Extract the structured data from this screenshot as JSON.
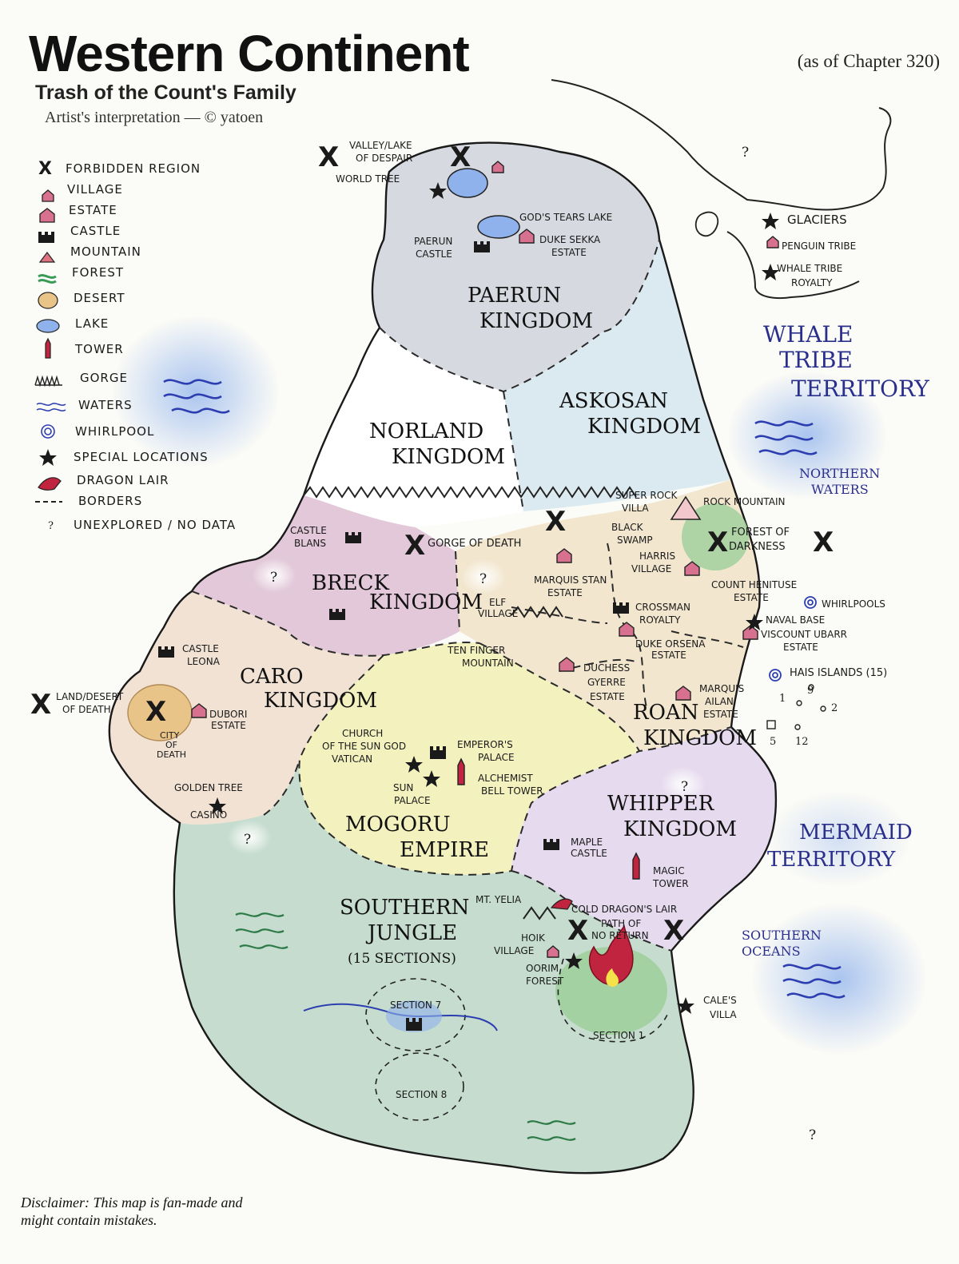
{
  "header": {
    "title": "Western Continent",
    "subtitle": "Trash of the Count's Family",
    "credit": "Artist's interpretation — © yatoen",
    "chapter_note": "(as of Chapter 320)"
  },
  "disclaimer": "Disclaimer: This map is fan-made and might contain mistakes.",
  "colors": {
    "paerun": "#d6d9df",
    "norland": "#ffffff",
    "askosan": "#dbeaf0",
    "breck": "#e2c8d8",
    "caro": "#f1e2d4",
    "roan": "#f2e6cf",
    "mogoru": "#f3f2bf",
    "whipper": "#e6dbee",
    "jungle": "#c5dccf",
    "ocean": "#9fc0ea",
    "desert": "#e9c489",
    "forest": "#9ccf9a",
    "dragon": "#c0243e"
  },
  "legend": [
    {
      "icon": "forbidden-x-icon",
      "label": "FORBIDDEN REGION"
    },
    {
      "icon": "village-icon",
      "label": "VILLAGE"
    },
    {
      "icon": "estate-icon",
      "label": "ESTATE"
    },
    {
      "icon": "castle-icon",
      "label": "CASTLE"
    },
    {
      "icon": "mountain-icon",
      "label": "MOUNTAIN"
    },
    {
      "icon": "forest-icon",
      "label": "FOREST"
    },
    {
      "icon": "desert-icon",
      "label": "DESERT"
    },
    {
      "icon": "lake-icon",
      "label": "LAKE"
    },
    {
      "icon": "tower-icon",
      "label": "TOWER"
    },
    {
      "icon": "gorge-icon",
      "label": "GORGE"
    },
    {
      "icon": "waters-icon",
      "label": "WATERS"
    },
    {
      "icon": "whirlpool-icon",
      "label": "WHIRLPOOL"
    },
    {
      "icon": "star-icon",
      "label": "SPECIAL LOCATIONS"
    },
    {
      "icon": "dragon-lair-icon",
      "label": "DRAGON LAIR"
    },
    {
      "icon": "border-icon",
      "label": "BORDERS"
    },
    {
      "icon": "unexplored-icon",
      "label": "UNEXPLORED / NO DATA"
    }
  ],
  "regions": {
    "paerun": [
      "PAERUN",
      "KINGDOM"
    ],
    "norland": [
      "NORLAND",
      "KINGDOM"
    ],
    "askosan": [
      "ASKOSAN",
      "KINGDOM"
    ],
    "breck": [
      "BRECK",
      "KINGDOM"
    ],
    "caro": [
      "CARO",
      "KINGDOM"
    ],
    "roan": [
      "ROAN",
      "KINGDOM"
    ],
    "mogoru": [
      "MOGORU",
      "EMPIRE"
    ],
    "whipper": [
      "WHIPPER",
      "KINGDOM"
    ],
    "jungle": [
      "SOUTHERN",
      "JUNGLE",
      "(15 SECTIONS)"
    ]
  },
  "places": {
    "valley_despair": [
      "VALLEY/LAKE",
      "OF DESPAIR"
    ],
    "world_tree": "WORLD TREE",
    "gods_tears": "GOD'S TEARS LAKE",
    "paerun_castle": [
      "PAERUN",
      "CASTLE"
    ],
    "duke_sekka": [
      "DUKE SEKKA",
      "ESTATE"
    ],
    "glaciers": "GLACIERS",
    "penguin": "PENGUIN TRIBE",
    "whale_royalty": [
      "WHALE TRIBE",
      "ROYALTY"
    ],
    "castle_blans": [
      "CASTLE",
      "BLANS"
    ],
    "gorge_death": "GORGE OF DEATH",
    "super_rock": [
      "SUPER ROCK",
      "VILLA"
    ],
    "rock_mountain": "ROCK MOUNTAIN",
    "black_swamp": [
      "BLACK",
      "SWAMP"
    ],
    "forest_darkness": [
      "FOREST OF",
      "DARKNESS"
    ],
    "harris": [
      "HARRIS",
      "VILLAGE"
    ],
    "stan": [
      "MARQUIS STAN",
      "ESTATE"
    ],
    "henituse": [
      "COUNT HENITUSE",
      "ESTATE"
    ],
    "whirlpools": "WHIRLPOOLS",
    "elf": [
      "ELF",
      "VILLAGE"
    ],
    "crossman": [
      "CROSSMAN",
      "ROYALTY"
    ],
    "naval": "NAVAL BASE",
    "ubarr": [
      "VISCOUNT UBARR",
      "ESTATE"
    ],
    "orsena": [
      "DUKE ORSENA",
      "ESTATE"
    ],
    "ten_finger": [
      "TEN FINGER",
      "MOUNTAIN"
    ],
    "hais": "HAIS ISLANDS (15)",
    "gyerre": [
      "DUCHESS",
      "GYERRE",
      "ESTATE"
    ],
    "ailan": [
      "MARQUIS",
      "AILAN",
      "ESTATE"
    ],
    "castle_leona": [
      "CASTLE",
      "LEONA"
    ],
    "land_death": [
      "LAND/DESERT",
      "OF DEATH"
    ],
    "city_death": [
      "CITY",
      "OF",
      "DEATH"
    ],
    "dubori": [
      "DUBORI",
      "ESTATE"
    ],
    "church": [
      "CHURCH",
      "OF THE SUN GOD",
      "VATICAN"
    ],
    "emperor": [
      "EMPEROR'S",
      "PALACE"
    ],
    "sun_palace": [
      "SUN",
      "PALACE"
    ],
    "alchemist": [
      "ALCHEMIST",
      "BELL TOWER"
    ],
    "golden_tree": [
      "GOLDEN TREE",
      "CASINO"
    ],
    "maple": [
      "MAPLE",
      "CASTLE"
    ],
    "magic_tower": [
      "MAGIC",
      "TOWER"
    ],
    "mt_yelia": "MT. YELIA",
    "cold_dragon": "COLD DRAGON'S LAIR",
    "path_no_return": [
      "PATH OF",
      "NO RETURN"
    ],
    "hoik": [
      "HOIK",
      "VILLAGE"
    ],
    "oorim": [
      "OORIM",
      "FOREST"
    ],
    "section7": "SECTION 7",
    "section1": "SECTION 1",
    "section8": "SECTION 8",
    "cale_villa": [
      "CALE'S",
      "VILLA"
    ]
  },
  "oceans": {
    "whale": [
      "WHALE",
      "TRIBE",
      "TERRITORY"
    ],
    "northern": [
      "NORTHERN",
      "WATERS"
    ],
    "mermaid": [
      "MERMAID",
      "TERRITORY"
    ],
    "southern": [
      "SOUTHERN",
      "OCEANS"
    ]
  },
  "islands": [
    "1",
    "9",
    "2",
    "5",
    "12"
  ],
  "unknown_mark": "?"
}
